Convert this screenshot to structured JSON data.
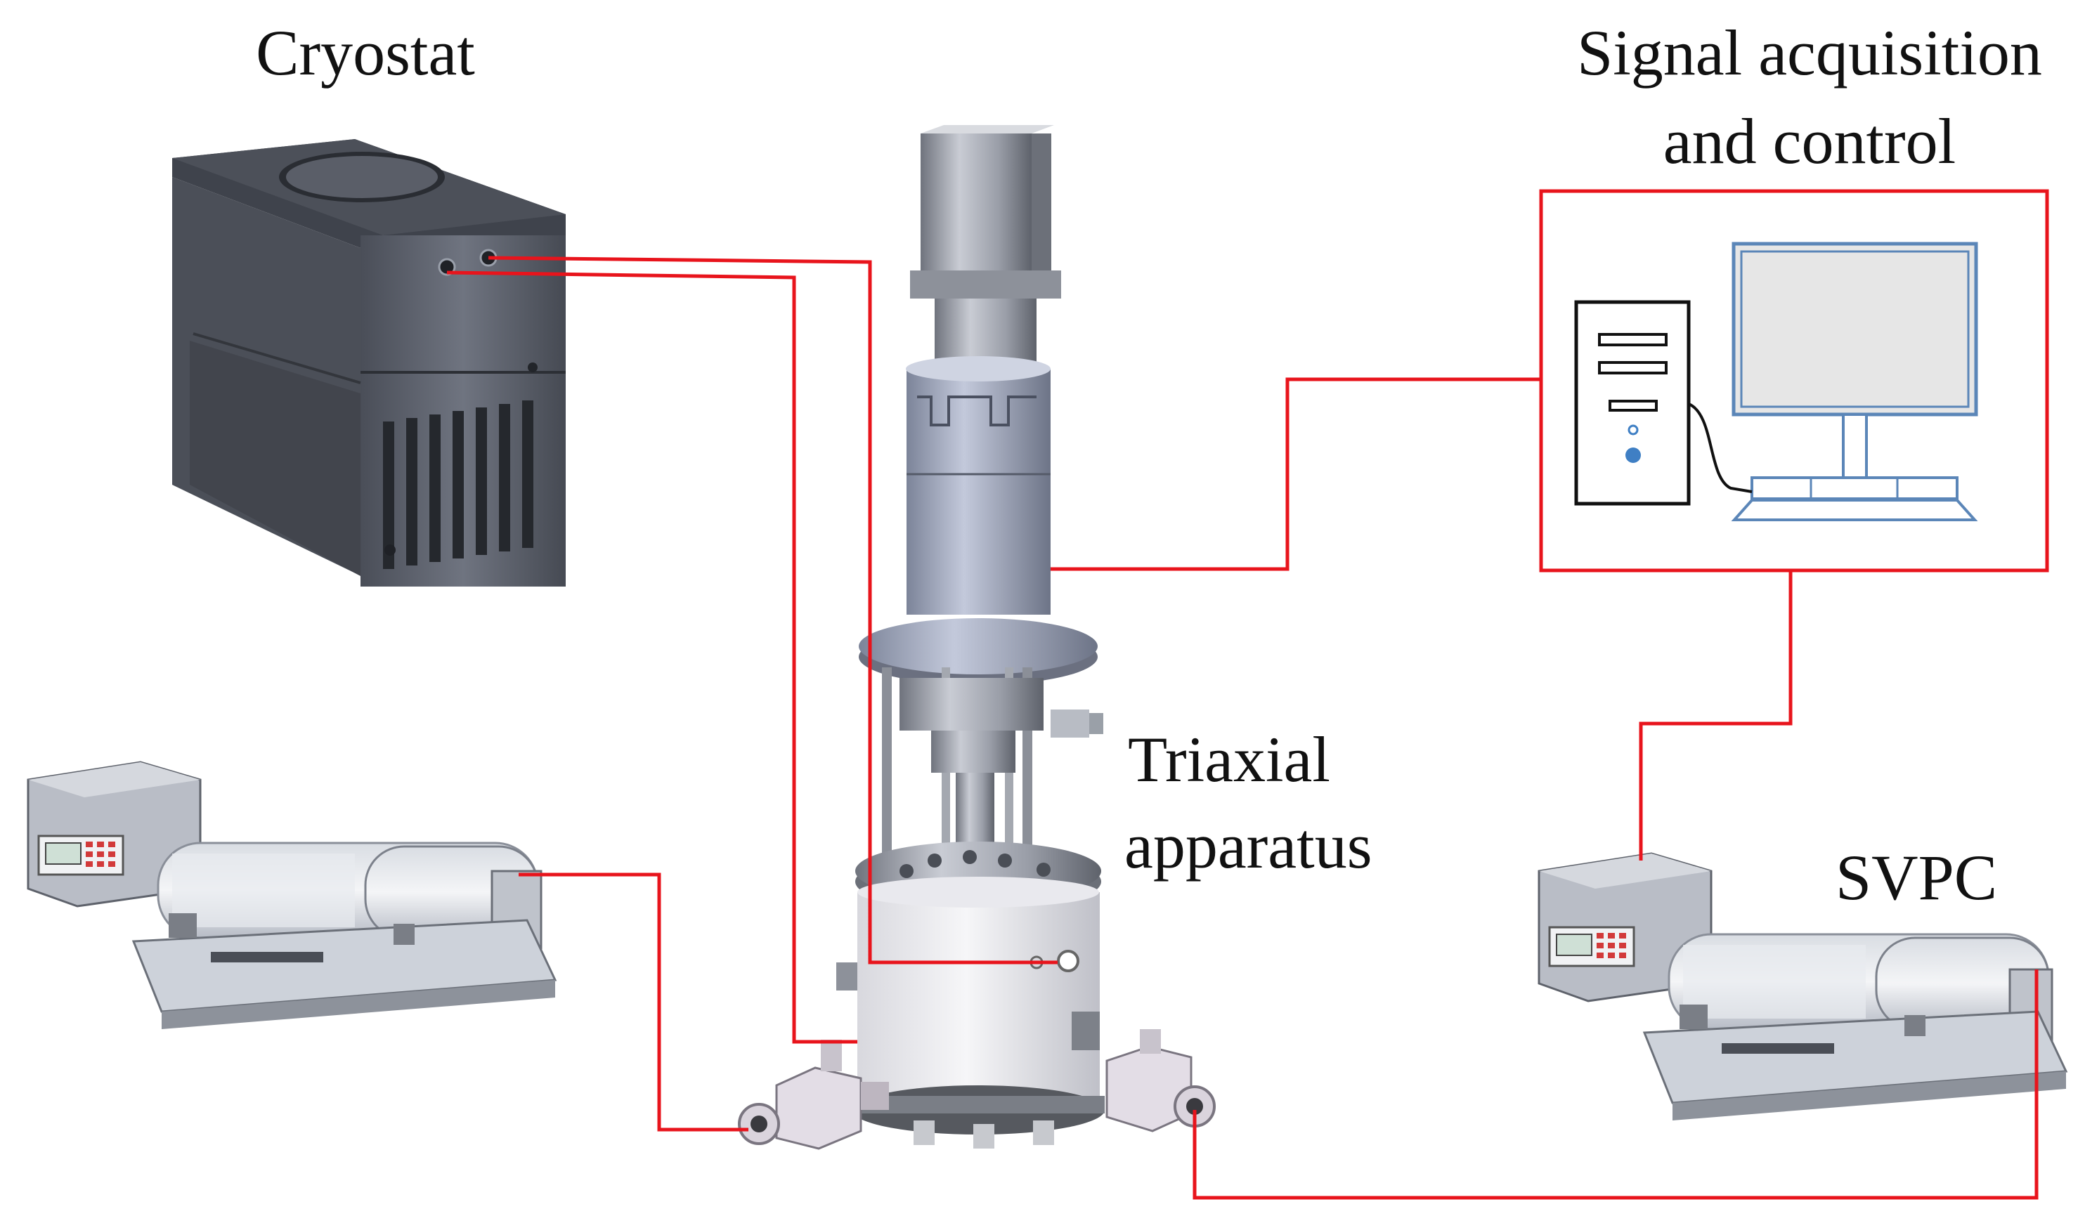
{
  "labels": {
    "cryostat": "Cryostat",
    "signal_line1": "Signal acquisition",
    "signal_line2": "and control",
    "triaxial_line1": "Triaxial",
    "triaxial_line2": "apparatus",
    "svpc": "SVPC"
  },
  "colors": {
    "wire": "#e8141c",
    "background": "#ffffff",
    "text": "#111111",
    "monitor_screen": "#e6e6e6",
    "monitor_frame": "#5b86b8",
    "pc_led": "#3f7fc4"
  },
  "icons": {
    "cryostat": "cryostat-unit",
    "computer": "desktop-computer-icon",
    "triaxial": "triaxial-cell",
    "svpc": "syringe-pump"
  }
}
